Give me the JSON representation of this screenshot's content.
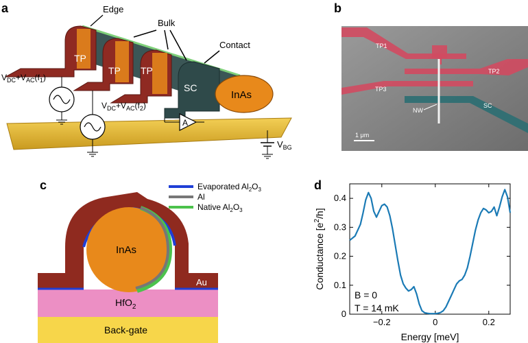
{
  "panels": {
    "a": {
      "letter": "a",
      "labels": {
        "edge": "Edge",
        "bulk": "Bulk",
        "contact": "Contact",
        "tp1": "TP",
        "tp2": "TP",
        "tp3": "TP",
        "sc": "SC",
        "inas": "InAs",
        "vdc_main": "V",
        "vdc_sub": "DC",
        "vac_main": "+V",
        "vac_sub": "AC",
        "f1_open": "(f",
        "f1_sub": "1",
        "f1_close": ")",
        "f2_sub": "2",
        "amp": "A",
        "vbg_main": "V",
        "vbg_sub": "BG"
      },
      "colors": {
        "tp": "#8f2a22",
        "sc": "#2f4a4a",
        "inas": "#e8891b",
        "gate": "#e8b830",
        "edge": "#7fd07a"
      }
    },
    "b": {
      "letter": "b",
      "labels": {
        "tp1": "TP1",
        "tp2": "TP2",
        "tp3": "TP3",
        "sc": "SC",
        "nw": "NW",
        "scalebar": "1 μm"
      },
      "colors": {
        "red": "#d24a60",
        "teal": "#2f6f73",
        "substrate": "#8a8a8a"
      }
    },
    "c": {
      "letter": "c",
      "legend": [
        {
          "main": "Evaporated Al",
          "sub1": "2",
          "mid": "O",
          "sub2": "3",
          "color": "#1f3fd6"
        },
        {
          "main": "Al",
          "sub1": "",
          "mid": "",
          "sub2": "",
          "color": "#777777"
        },
        {
          "main": "Native Al",
          "sub1": "2",
          "mid": "O",
          "sub2": "3",
          "color": "#4cc24c"
        }
      ],
      "labels": {
        "inas": "InAs",
        "au": "Au",
        "hfo_main": "HfO",
        "hfo_sub": "2",
        "backgate": "Back-gate"
      },
      "colors": {
        "au": "#8f2a1f",
        "inas": "#e8891b",
        "hfo2": "#ec8fc4",
        "backgate": "#f7d64a"
      }
    },
    "d": {
      "letter": "d",
      "annotations": [
        "B = 0",
        "T = 14 mK"
      ]
    }
  },
  "chart_data": {
    "type": "line",
    "title": "",
    "xlabel": "Energy [meV]",
    "ylabel_main": "Conductance [e",
    "ylabel_sup": "2",
    "ylabel_end": "/h]",
    "xlim": [
      -0.32,
      0.28
    ],
    "ylim": [
      0,
      0.45
    ],
    "xticks": [
      -0.2,
      0,
      0.2
    ],
    "xtick_labels": [
      "−0.2",
      "0",
      "0.2"
    ],
    "yticks": [
      0,
      0.1,
      0.2,
      0.3,
      0.4
    ],
    "ytick_labels": [
      "0",
      "0.1",
      "0.2",
      "0.3",
      "0.4"
    ],
    "grid": false,
    "color": "#1a7ab5",
    "series": [
      {
        "x": [
          -0.32,
          -0.3,
          -0.28,
          -0.27,
          -0.26,
          -0.25,
          -0.24,
          -0.23,
          -0.22,
          -0.21,
          -0.2,
          -0.19,
          -0.18,
          -0.17,
          -0.16,
          -0.15,
          -0.14,
          -0.13,
          -0.12,
          -0.11,
          -0.1,
          -0.09,
          -0.08,
          -0.07,
          -0.06,
          -0.05,
          -0.04,
          -0.03,
          -0.02,
          -0.01,
          0.0,
          0.01,
          0.02,
          0.03,
          0.04,
          0.05,
          0.06,
          0.07,
          0.08,
          0.09,
          0.1,
          0.11,
          0.12,
          0.13,
          0.14,
          0.15,
          0.16,
          0.17,
          0.18,
          0.19,
          0.2,
          0.21,
          0.22,
          0.23,
          0.24,
          0.25,
          0.26,
          0.27,
          0.28
        ],
        "y": [
          0.255,
          0.27,
          0.31,
          0.35,
          0.395,
          0.42,
          0.4,
          0.355,
          0.335,
          0.355,
          0.375,
          0.38,
          0.37,
          0.34,
          0.295,
          0.24,
          0.185,
          0.135,
          0.105,
          0.09,
          0.08,
          0.085,
          0.095,
          0.07,
          0.035,
          0.012,
          0.005,
          0.003,
          0.002,
          0.002,
          0.002,
          0.003,
          0.006,
          0.012,
          0.025,
          0.045,
          0.065,
          0.085,
          0.105,
          0.115,
          0.12,
          0.135,
          0.16,
          0.2,
          0.245,
          0.29,
          0.325,
          0.35,
          0.365,
          0.36,
          0.35,
          0.355,
          0.37,
          0.34,
          0.37,
          0.405,
          0.43,
          0.405,
          0.35
        ]
      }
    ]
  }
}
